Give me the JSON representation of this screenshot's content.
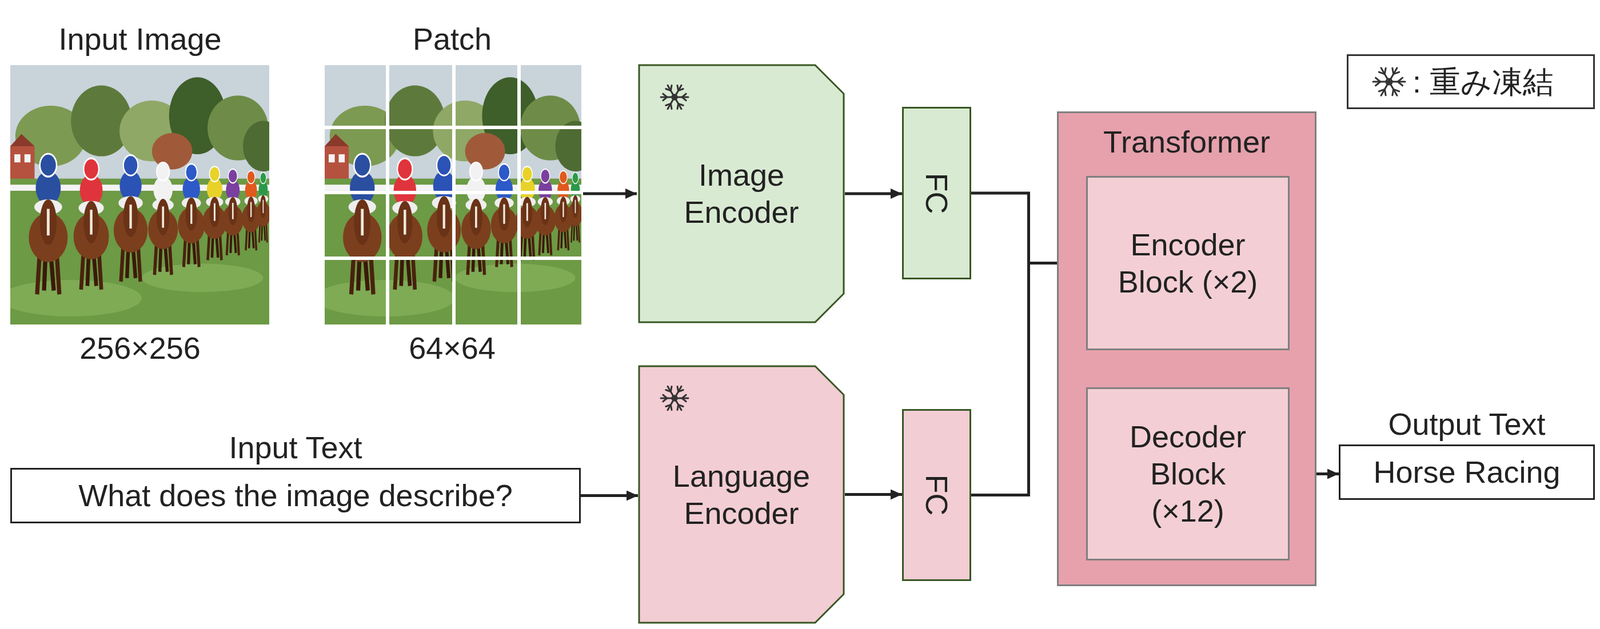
{
  "diagram": {
    "nodes": [
      {
        "text": [
          "Input Text",
          "What does the image describe?"
        ]
      },
      {
        "text": [
          "Image Encoder"
        ]
      },
      {
        "text": [
          "Language Encoder"
        ]
      },
      {
        "text": [
          "FC"
        ]
      },
      {
        "text": [
          "FC"
        ]
      },
      {
        "text": [
          "Transformer"
        ]
      },
      {
        "text": [
          "Encoder Block (×2)"
        ],
        "in": 5
      },
      {
        "text": [
          "Decoder Block (×12)"
        ],
        "in": 5
      },
      {
        "text": [
          "Output Text",
          "Horse Racing"
        ]
      }
    ],
    "edges": [
      {
        "from": 0,
        "to": 2,
        "arrow": "to"
      },
      {
        "from": 1,
        "to": 3,
        "arrow": "to"
      },
      {
        "from": 2,
        "to": 4,
        "arrow": "to"
      },
      {
        "from": 3,
        "to": 6,
        "arrow": "to"
      },
      {
        "from": 4,
        "to": 6,
        "arrow": "to"
      },
      {
        "from": 6,
        "to": 7,
        "arrow": "to"
      },
      {
        "from": 7,
        "to": 8,
        "arrow": "to"
      }
    ],
    "labels": [
      "Input Image",
      "Patch",
      "256×256",
      "64×64"
    ],
    "legend": [
      {
        "text": ": 重み凍結"
      }
    ]
  }
}
